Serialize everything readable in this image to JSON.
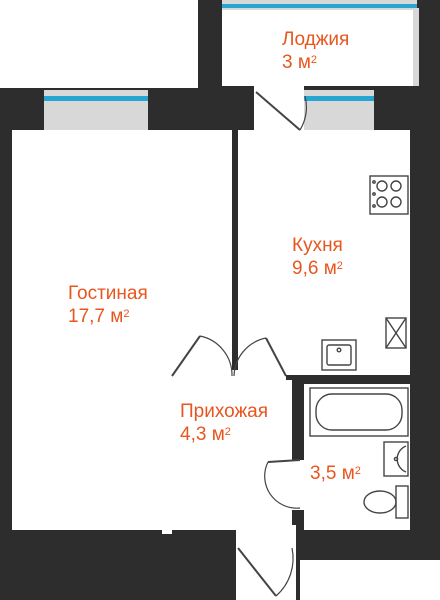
{
  "colors": {
    "wall": "#2d2d2d",
    "floor": "#ffffff",
    "label": "#e8561f",
    "window_glass": "#26a6d1",
    "window_frame": "#d8d8d8",
    "fixture_stroke": "#444444"
  },
  "rooms": {
    "loggia": {
      "name": "Лоджия",
      "area": "3 м",
      "sup": "2"
    },
    "kitchen": {
      "name": "Кухня",
      "area": "9,6 м",
      "sup": "2"
    },
    "living": {
      "name": "Гостиная",
      "area": "17,7 м",
      "sup": "2"
    },
    "hallway": {
      "name": "Прихожая",
      "area": "4,3 м",
      "sup": "2"
    },
    "bathroom": {
      "name": "",
      "area": "3,5 м",
      "sup": "2"
    }
  },
  "fixtures": [
    "stove-icon",
    "sink-icon",
    "ventilation-icon",
    "bathtub-icon",
    "washbasin-icon",
    "toilet-icon"
  ]
}
